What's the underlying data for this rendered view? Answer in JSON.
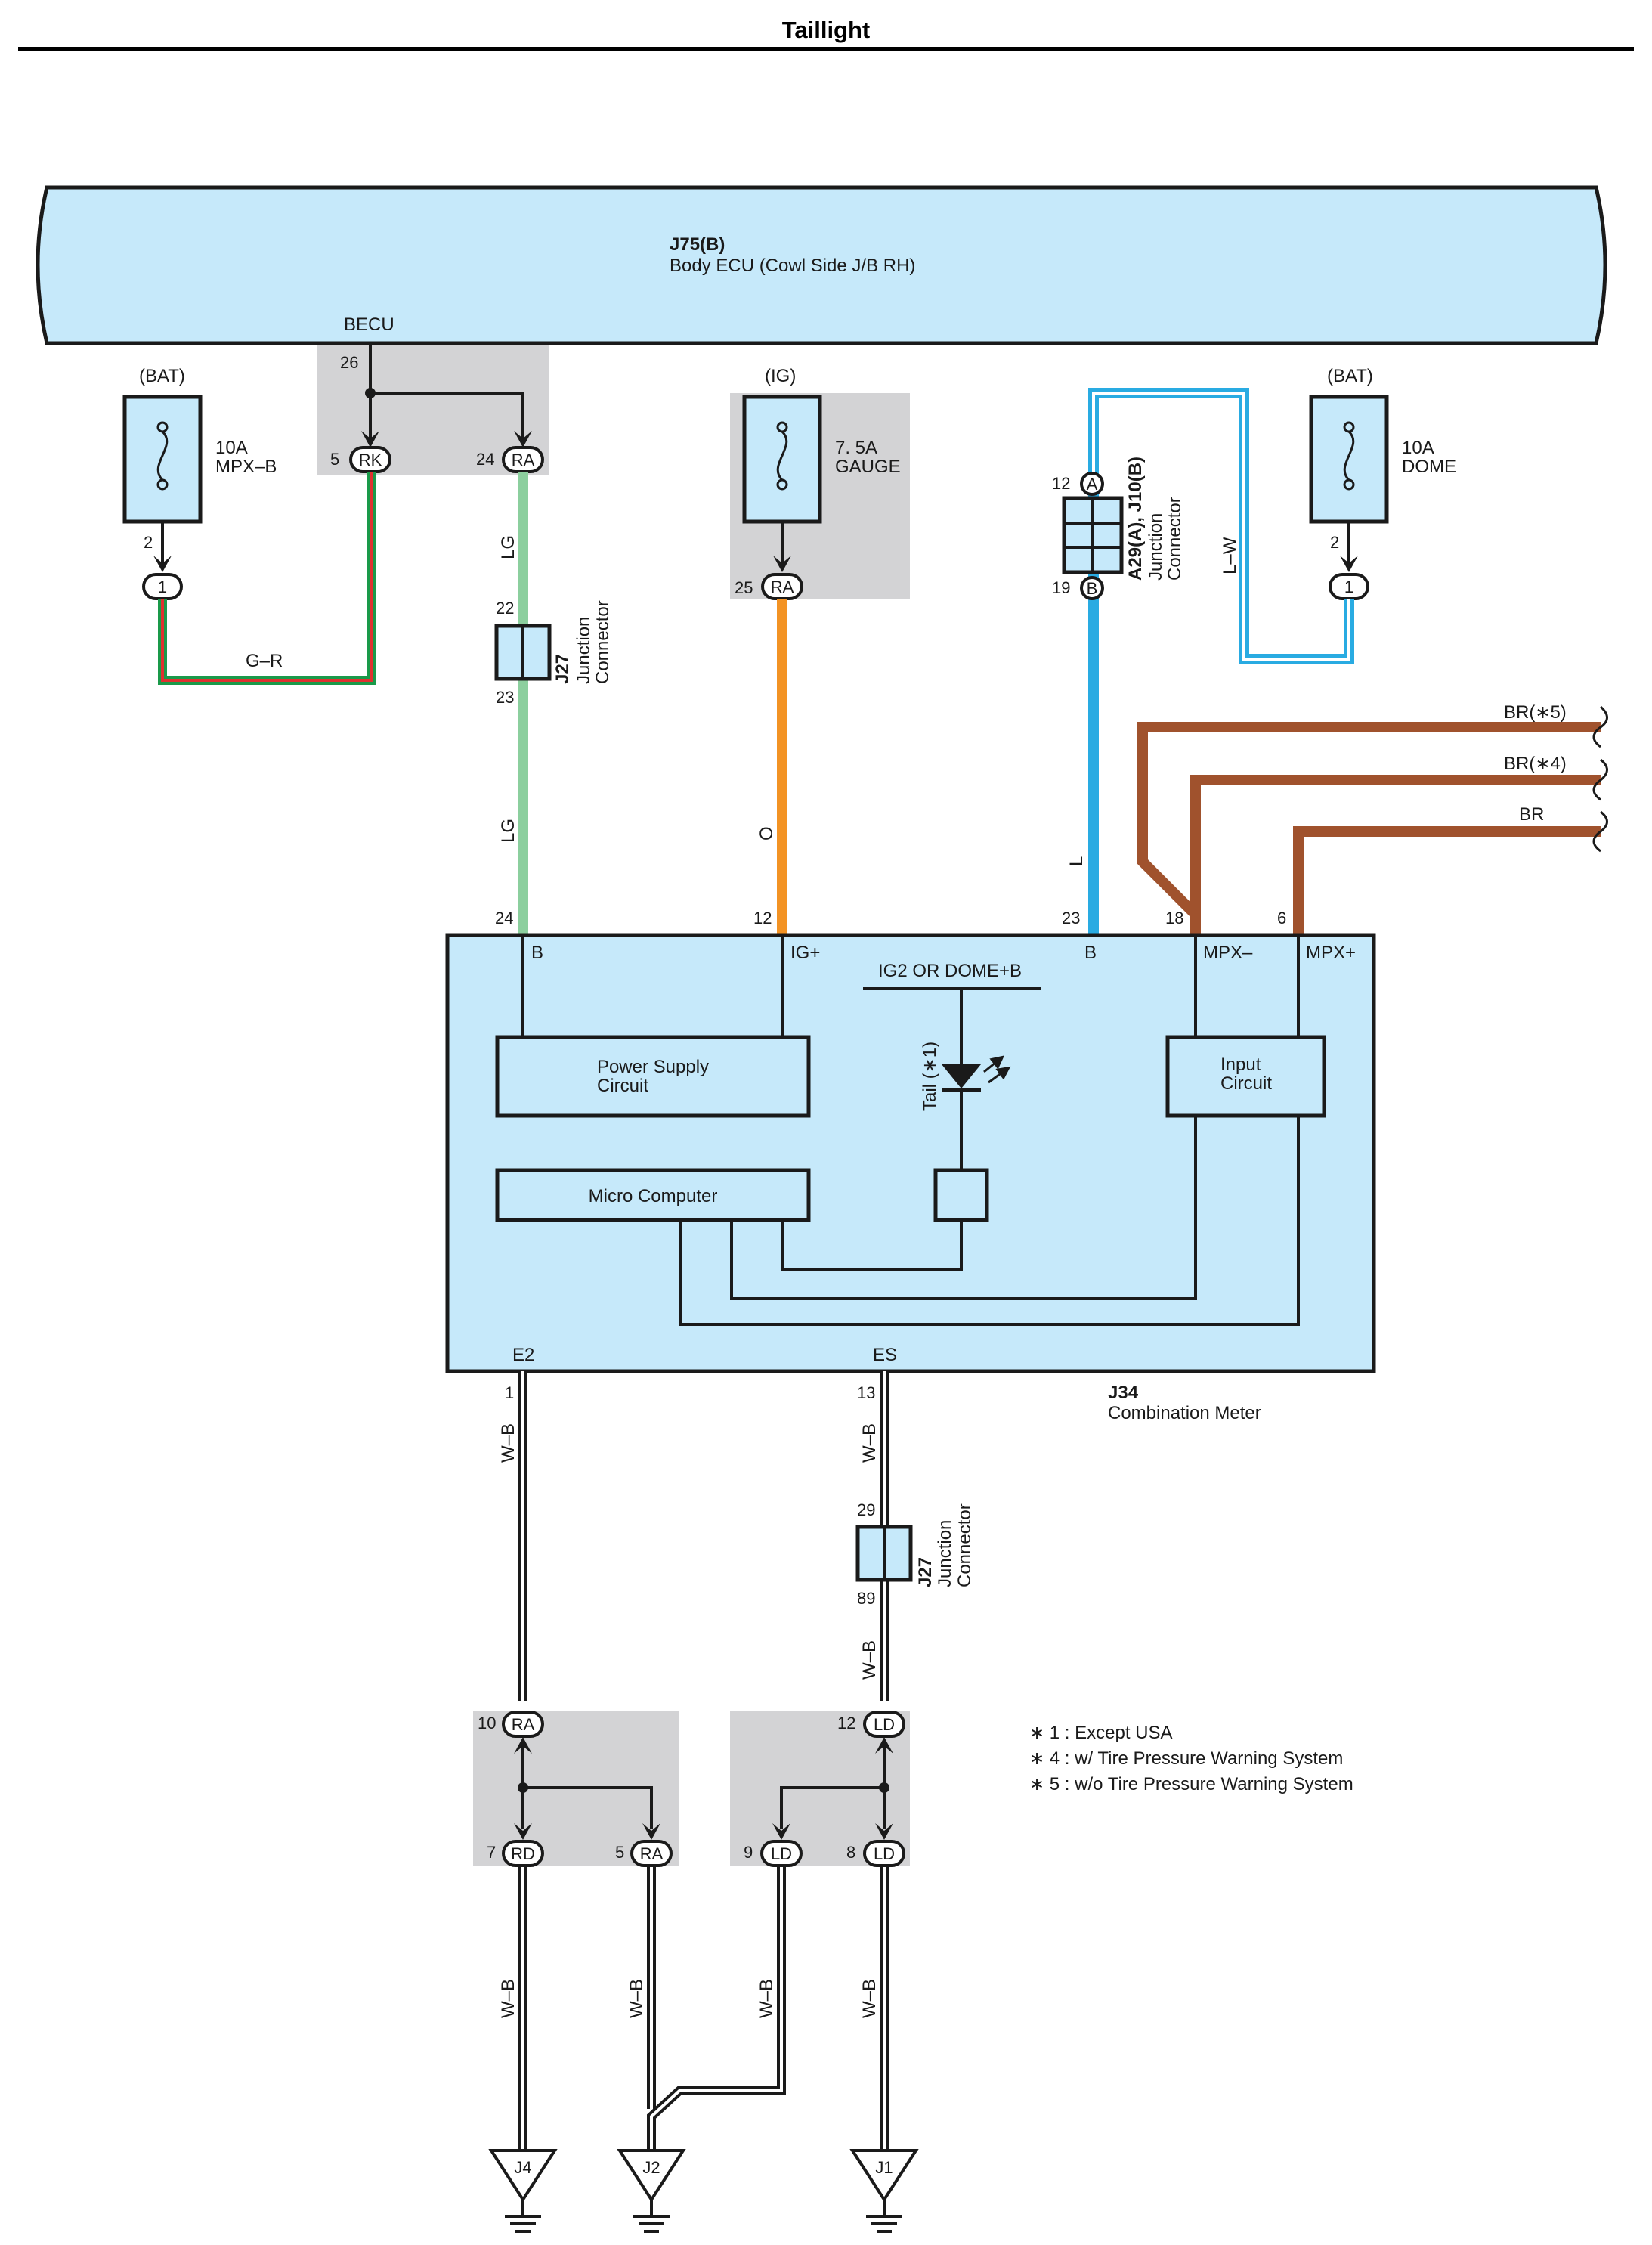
{
  "title": "Taillight",
  "colors": {
    "component_fill": "#c6e9fa",
    "splice_fill": "#d3d3d5",
    "wire_lg": "#8ccf9e",
    "wire_o": "#f39324",
    "wire_l": "#29abe2",
    "wire_br": "#a0522d",
    "wire_g": "#1a9a4a",
    "wire_r": "#e03030"
  },
  "body_ecu": {
    "code": "J75(B)",
    "name": "Body ECU (Cowl Side J/B RH)",
    "becu": "BECU",
    "becu_pin": "26"
  },
  "fuse_mpxb": {
    "source": "(BAT)",
    "rating": "10A",
    "name": "MPX–B",
    "pin": "2",
    "conn": "1"
  },
  "fuse_gauge": {
    "source": "(IG)",
    "rating": "7. 5A",
    "name": "GAUGE"
  },
  "fuse_dome": {
    "source": "(BAT)",
    "rating": "10A",
    "name": "DOME",
    "pin": "2",
    "conn": "1"
  },
  "becu_splice": {
    "pin_left": "5",
    "code_left": "RK",
    "pin_right": "24",
    "code_right": "RA"
  },
  "gauge_conn": {
    "pin": "25",
    "code": "RA"
  },
  "junction_a29": {
    "code": "A29(A), J10(B)",
    "name1": "Junction",
    "name2": "Connector",
    "pin_top": "12",
    "letter_top": "A",
    "pin_bottom": "19",
    "letter_bottom": "B"
  },
  "junction_j27_top": {
    "code": "J27",
    "name1": "Junction",
    "name2": "Connector",
    "pin_top": "22",
    "pin_bottom": "23"
  },
  "junction_j27_bottom": {
    "code": "J27",
    "name1": "Junction",
    "name2": "Connector",
    "pin_top": "29",
    "pin_bottom": "89"
  },
  "wires": {
    "g_r": "G–R",
    "lg1": "LG",
    "lg2": "LG",
    "o": "O",
    "l": "L",
    "l_w": "L–W",
    "br5": "BR(∗5)",
    "br4": "BR(∗4)",
    "br": "BR",
    "wb": "W–B"
  },
  "meter": {
    "code": "J34",
    "name": "Combination Meter",
    "pin_b": "24",
    "label_b": "B",
    "pin_ig": "12",
    "label_ig": "IG+",
    "pin_b2": "23",
    "label_b2": "B",
    "pin_mpxm": "18",
    "label_mpxm": "MPX–",
    "pin_mpxp": "6",
    "label_mpxp": "MPX+",
    "ig2_label": "IG2 OR DOME+B",
    "tail_label": "Tail (∗1)",
    "power_supply": [
      "Power Supply",
      "Circuit"
    ],
    "input_circuit": [
      "Input",
      "Circuit"
    ],
    "micro_computer": "Micro Computer",
    "pin_e2": "1",
    "label_e2": "E2",
    "pin_es": "13",
    "label_es": "ES"
  },
  "ground_splice_left": {
    "pin_top": "10",
    "code_top": "RA",
    "pin_bl": "7",
    "code_bl": "RD",
    "pin_br": "5",
    "code_br": "RA"
  },
  "ground_splice_right": {
    "pin_top": "12",
    "code_top": "LD",
    "pin_bl": "9",
    "code_bl": "LD",
    "pin_br": "8",
    "code_br": "LD"
  },
  "grounds": [
    "J4",
    "J2",
    "J1"
  ],
  "notes": [
    "∗ 1 : Except USA",
    "∗ 4 : w/ Tire Pressure Warning System",
    "∗ 5 : w/o Tire Pressure Warning System"
  ]
}
